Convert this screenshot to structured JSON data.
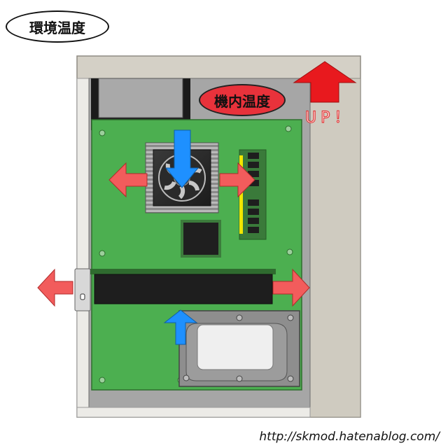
{
  "labels": {
    "ambient_temperature": "環境温度",
    "internal_temperature": "機内温度",
    "up": "UP！",
    "url": "http://skmod.hatenablog.com/"
  },
  "colors": {
    "case_outer": "#d4d0c6",
    "case_inner": "#a4a4a4",
    "motherboard": "#4caf50",
    "heat_arrow": "#f25c5c",
    "cool_arrow": "#1e90ff",
    "up_arrow": "#e8191e",
    "internal_label_bg": "#e8323b",
    "memory_slot_accent": "#f2e600"
  },
  "icons": {
    "heat_flow": "red-arrow-icon",
    "cool_flow": "blue-arrow-icon",
    "rise": "up-arrow-icon"
  }
}
